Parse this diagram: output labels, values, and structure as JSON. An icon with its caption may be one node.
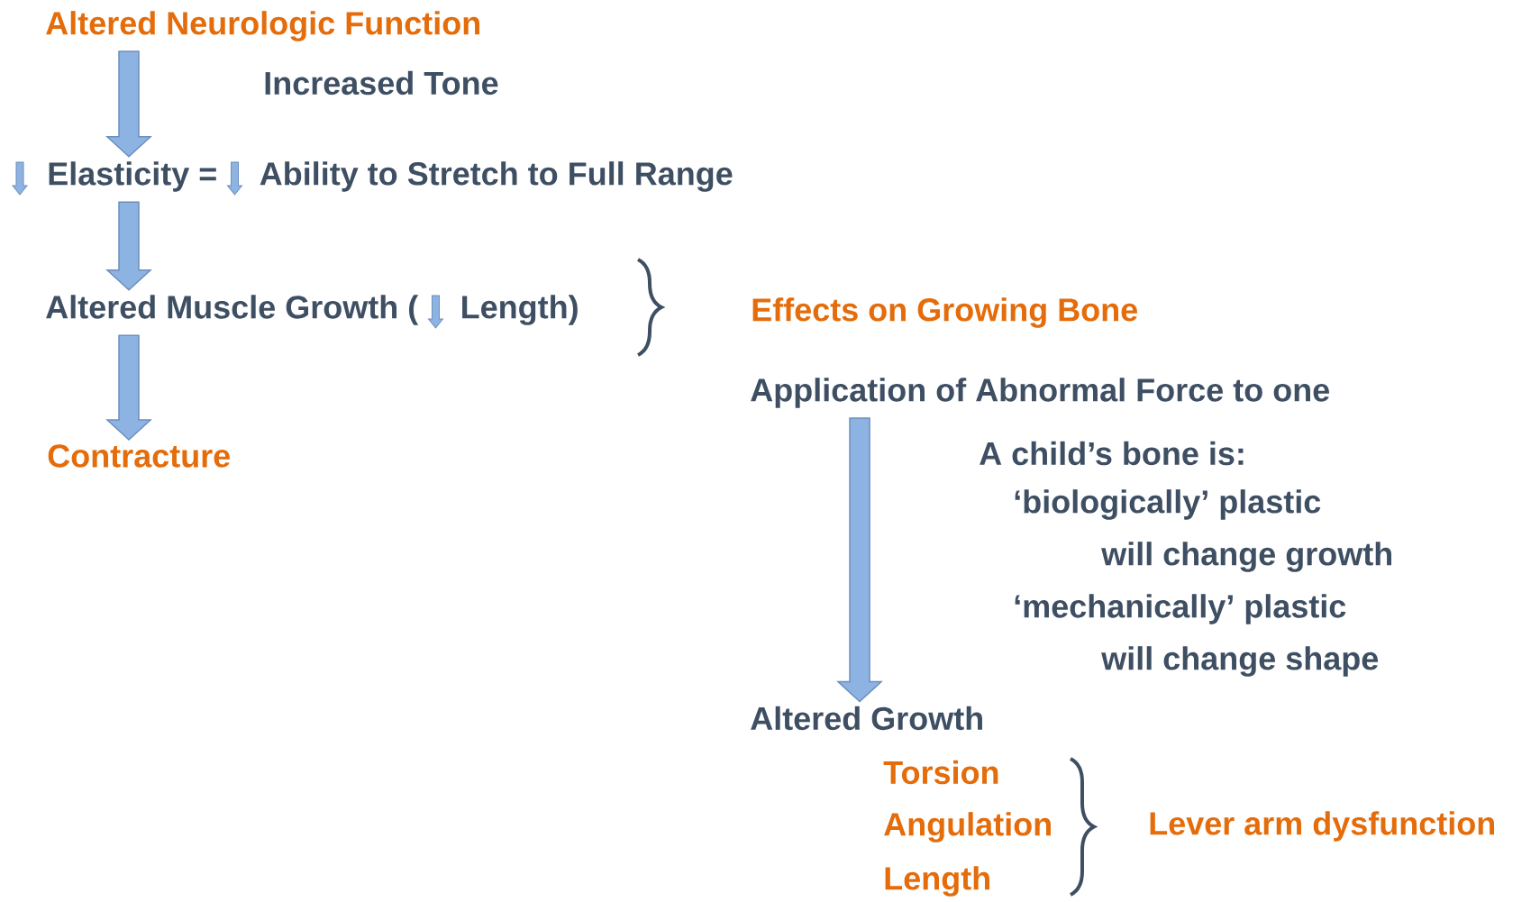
{
  "diagram": {
    "nodes": [
      {
        "text": [
          "Altered Neurologic Function"
        ]
      },
      {
        "text": [
          "Elasticity =",
          "Ability to Stretch to Full Range"
        ]
      },
      {
        "text": [
          "Altered Muscle Growth (",
          "Length)"
        ]
      },
      {
        "text": [
          "Contracture"
        ]
      },
      {
        "text": [
          "Application of Abnormal Force to one"
        ]
      },
      {
        "text": [
          "Altered Growth"
        ]
      }
    ],
    "edges": [
      {
        "from": 0,
        "to": 1,
        "arrow": "to"
      },
      {
        "from": 1,
        "to": 2,
        "arrow": "to"
      },
      {
        "from": 2,
        "to": 3,
        "arrow": "to"
      },
      {
        "from": 4,
        "to": 5,
        "arrow": "to"
      }
    ],
    "labels": [
      "Increased Tone",
      "Effects on Growing Bone",
      "A child’s bone is:",
      "‘biologically’ plastic",
      "will change growth",
      "‘mechanically’ plastic",
      "will change shape",
      "Torsion",
      "Angulation",
      "Length",
      "Lever arm dysfunction"
    ]
  }
}
